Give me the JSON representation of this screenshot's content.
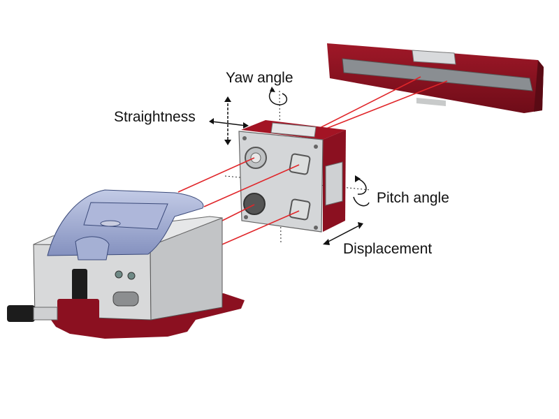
{
  "labels": {
    "yaw": "Yaw angle",
    "straightness": "Straightness",
    "pitch": "Pitch angle",
    "displacement": "Displacement"
  },
  "colors": {
    "laser": "#e0262a",
    "housing_red": "#8b1020",
    "housing_grey": "#d4d6d8",
    "head_blue": "#9aa6cc"
  }
}
